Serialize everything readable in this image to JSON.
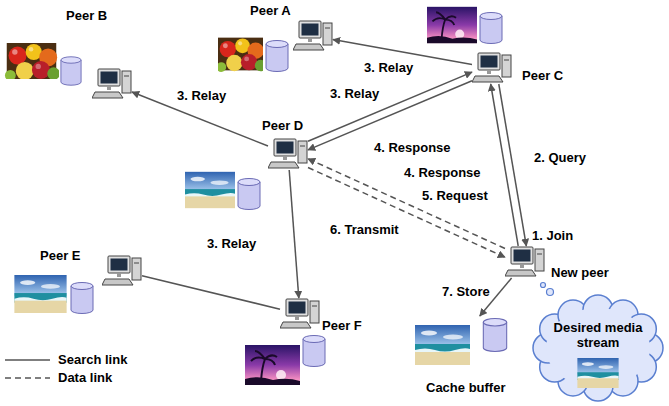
{
  "diagram": {
    "nodes": [
      {
        "text": [
          "Peer B"
        ]
      },
      {
        "text": [
          "Peer A"
        ]
      },
      {
        "text": [
          "Peer C"
        ]
      },
      {
        "text": [
          "Peer D"
        ]
      },
      {
        "text": [
          "Peer E"
        ]
      },
      {
        "text": [
          "New peer"
        ]
      },
      {
        "text": [
          "Peer F"
        ]
      },
      {
        "text": [
          "Cache buffer"
        ]
      },
      {
        "text": [
          "Desired media stream"
        ]
      }
    ],
    "edges": [
      {
        "from": 2,
        "to": 1,
        "label": "3. Relay",
        "arrow": "to"
      },
      {
        "from": 3,
        "to": 0,
        "label": "3. Relay",
        "arrow": "to"
      },
      {
        "from": 2,
        "to": 3,
        "label": "3. Relay",
        "arrow": "to"
      },
      {
        "from": 3,
        "to": 2,
        "label": "4. Response",
        "arrow": "to"
      },
      {
        "from": 5,
        "to": 2,
        "label": "2. Query",
        "arrow": "to"
      },
      {
        "from": 2,
        "to": 5,
        "label": "4. Response",
        "arrow": "to"
      },
      {
        "from": 3,
        "to": 6,
        "label": "3. Relay",
        "arrow": "to"
      },
      {
        "from": 4,
        "to": 6,
        "arrow": "none"
      },
      {
        "from": 5,
        "to": 3,
        "label": "5. Request",
        "arrow": "to"
      },
      {
        "from": 3,
        "to": 5,
        "label": "6. Transmit",
        "arrow": "to"
      },
      {
        "from": 5,
        "to": 7,
        "label": "7. Store",
        "arrow": "to"
      }
    ],
    "labels": [
      "1. Join"
    ],
    "legend": [
      {
        "text": "Search link"
      },
      {
        "text": "Data link"
      }
    ]
  }
}
